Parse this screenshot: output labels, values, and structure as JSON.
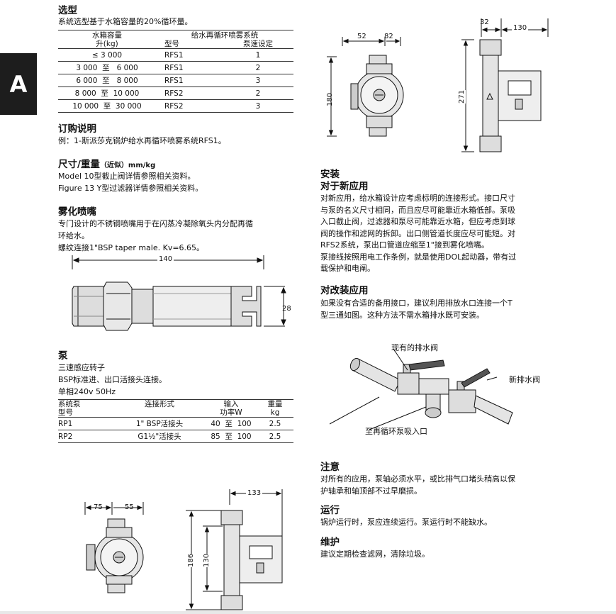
{
  "tab_letter": "A",
  "selection": {
    "title": "选型",
    "desc": "系统选型基于水箱容量的20%循环量。",
    "head_capacity_1": "水箱容量",
    "head_capacity_2": "升(kg)",
    "head_system": "给水再循环喷雾系统",
    "head_model": "型号",
    "head_speed": "泵速设定",
    "rows": [
      {
        "capacity": "≤ 3 000",
        "model": "RFS1",
        "speed": "1"
      },
      {
        "capacity": "3 000  至   6 000",
        "model": "RFS1",
        "speed": "2"
      },
      {
        "capacity": "6 000  至   8 000",
        "model": "RFS1",
        "speed": "3"
      },
      {
        "capacity": "8 000  至  10 000",
        "model": "RFS2",
        "speed": "2"
      },
      {
        "capacity": "10 000  至  30 000",
        "model": "RFS2",
        "speed": "3"
      }
    ]
  },
  "ordering": {
    "title": "订购说明",
    "text": "例：1-斯派莎克锅炉给水再循环喷雾系统RFS1。"
  },
  "dimensions": {
    "title": "尺寸/重量",
    "title_small": "（近似）mm/kg",
    "line1": "Model 10型截止阀详情参照相关资料。",
    "line2": "Figure 13 Y型过滤器详情参照相关资料。"
  },
  "nozzle": {
    "title": "雾化喷嘴",
    "line1": "专门设计的不锈钢喷嘴用于在闪蒸冷凝除氧头内分配再循",
    "line2": "环给水。",
    "line3": "螺纹连接1\"BSP taper male. Kv=6.65。",
    "dim_length": "140",
    "dim_dia": "28"
  },
  "pump": {
    "title": "泵",
    "line1": "三速感应转子",
    "line2": "BSP标准进、出口活接头连接。",
    "line3": "单相240v 50Hz",
    "head_model_1": "系统泵",
    "head_model_2": "型号",
    "head_conn": "连接形式",
    "head_power_1": "输入",
    "head_power_2": "功率W",
    "head_weight_1": "重量",
    "head_weight_2": "kg",
    "rows": [
      {
        "model": "RP1",
        "conn": "1\" BSP活接头",
        "power": "40  至  100",
        "weight": "2.5"
      },
      {
        "model": "RP2",
        "conn": "G1½\"活接头",
        "power": "85  至  100",
        "weight": "2.5"
      }
    ]
  },
  "drawing_top": {
    "dim_a": "52",
    "dim_b": "82",
    "dim_h": "180",
    "dim_c": "32",
    "dim_d": "130",
    "dim_e": "271"
  },
  "drawing_bottom": {
    "dim_a": "75",
    "dim_b": "55",
    "dim_c": "133",
    "dim_h1": "186",
    "dim_h2": "130"
  },
  "install": {
    "title": "安装",
    "subtitle": "对于新应用",
    "lines": [
      "对新应用，给水箱设计应考虑标明的连接形式。接口尺寸",
      "与泵的名义尺寸相同，而且应尽可能靠近水箱低部。泵吸",
      "入口截止阀，过滤器和泵尽可能靠近水箱，但应考虑到球",
      "阀的操作和滤网的拆卸。出口侧管道长度应尽可能短。对",
      "RFS2系统，泵出口管道应缩至1\"接到雾化喷嘴。",
      "泵接线按照用电工作条例，就是使用DOL起动器，带有过",
      "载保护和电阐。"
    ]
  },
  "retrofit": {
    "title": "对改装应用",
    "lines": [
      "如果没有合适的备用接口，建议利用排放水口连接一个T",
      "型三通如图。这种方法不需水箱排水既可安装。"
    ],
    "label_existing": "现有的排水阀",
    "label_new": "新排水阀",
    "label_inlet": "至再循环泵吸入口"
  },
  "note": {
    "title": "注意",
    "lines": [
      "对所有的应用，泵轴必须水平，或比排气口堵头稍高以保",
      "护轴承和轴顶部不过早磨损。"
    ]
  },
  "operation": {
    "title": "运行",
    "text": "锅炉运行时，泵应连续运行。泵运行时不能缺水。"
  },
  "maintenance": {
    "title": "维护",
    "text": "建议定期检查滤网，清除垃圾。"
  }
}
